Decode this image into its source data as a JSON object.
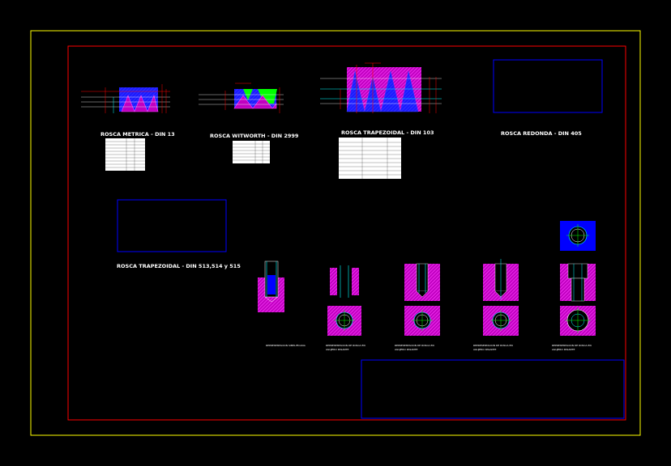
{
  "colors": {
    "background": "#000000",
    "outer_frame": "#ffff00",
    "inner_frame": "#ff0000",
    "placeholder": "#0000ff",
    "hatch": "#ff00ff",
    "green": "#00ff00",
    "cyan": "#00ffff"
  },
  "labels": {
    "metric": "ROSCA METRICA - DIN 13",
    "whitworth": "ROSCA WITWORTH - DIN 2999",
    "trapezoidal_103": "ROSCA TRAPEZOIDAL - DIN 103",
    "round_405": "ROSCA REDONDA - DIN 405",
    "trapezoidal_513": "ROSCA TRAPEZOIDAL - DIN 513,514 y 515"
  },
  "representations": {
    "simple": "REPRESENTACION SIMPLIFICADA",
    "r1": [
      "REPRESENTACION DE ROSCA EN",
      "AGUJERO PASANTE"
    ],
    "r2": [
      "REPRESENTACION DE ROSCA EN",
      "AGUJERO PASANTE"
    ],
    "r3": [
      "REPRESENTACION DE ROSCA EN",
      "AGUJERO PASANTE"
    ],
    "r4": [
      "REPRESENTACION DE ROSCA EN",
      "AGUJERO PASANTE"
    ]
  }
}
